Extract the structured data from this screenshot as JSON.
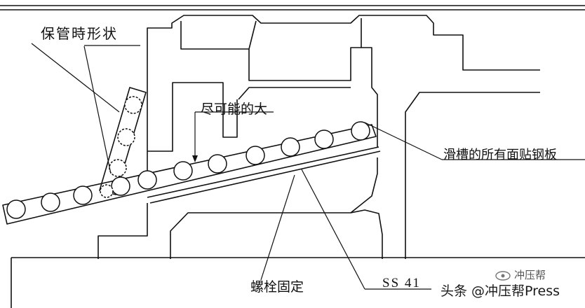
{
  "labels": {
    "hold_shape": "保管時形状",
    "as_large": "尽可能的大",
    "chute_lining": "滑槽的所有面贴钢板",
    "bolt_fixed": "螺栓固定",
    "material": "SS 41",
    "watermark": "头条 @冲压帮Press",
    "watermark_small": "冲压帮"
  },
  "icons": {
    "watermark_logo": "wechat-eye-icon"
  },
  "colors": {
    "ink": "#111111",
    "paper": "#ffffff"
  }
}
